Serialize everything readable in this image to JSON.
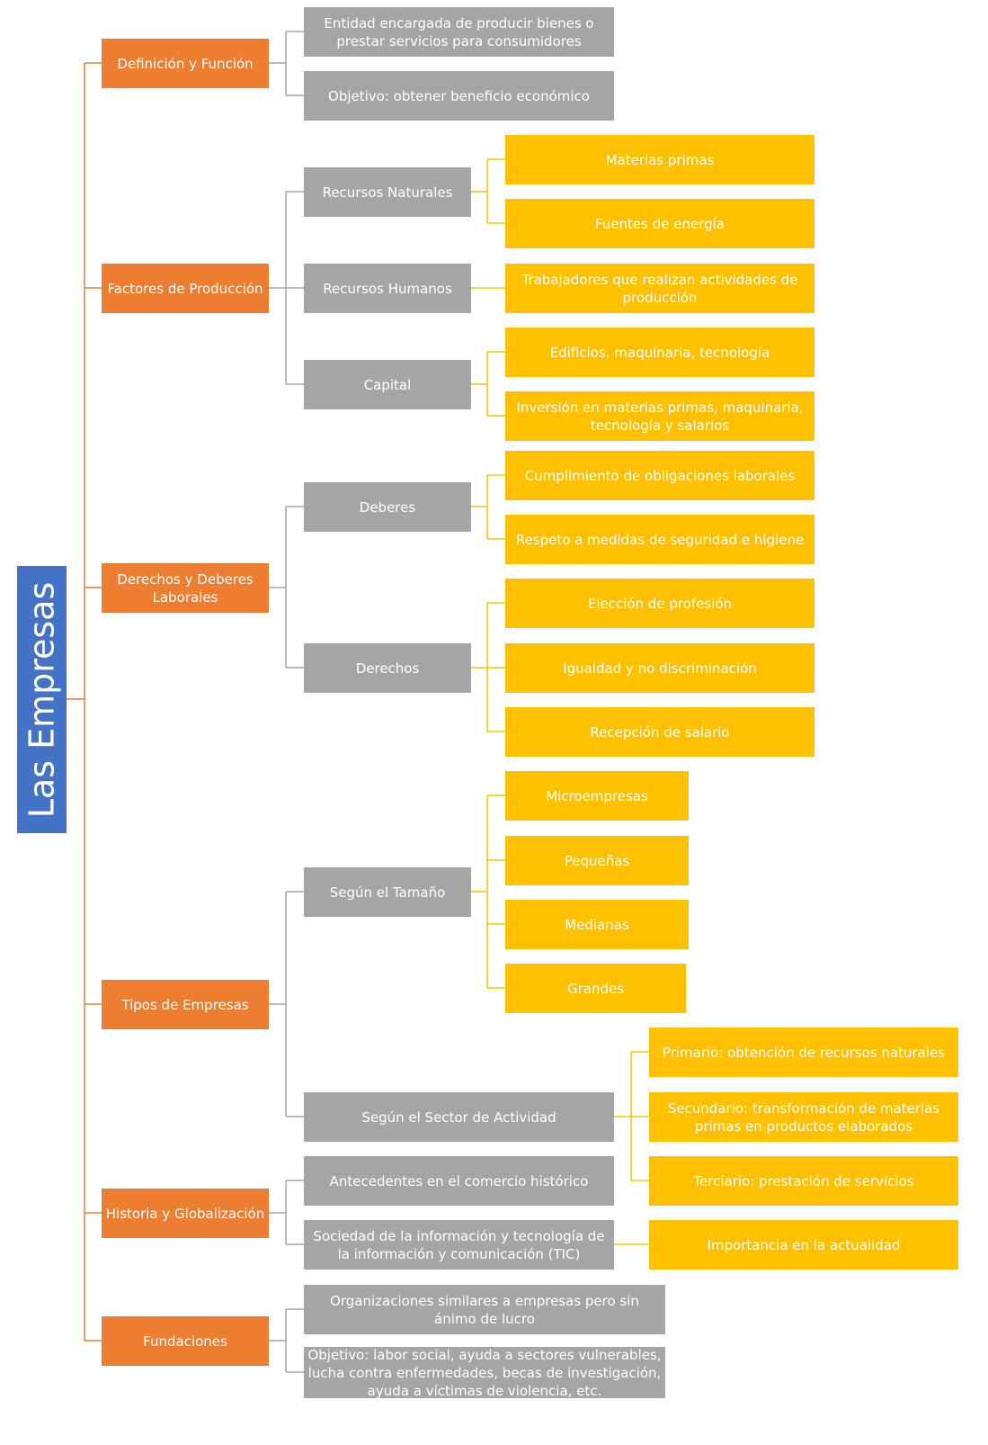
{
  "root": "Las Empresas",
  "sections": {
    "definicion": {
      "label": "Definición y Función",
      "items": [
        "Entidad encargada de producir bienes o prestar servicios para consumidores",
        "Objetivo: obtener beneficio económico"
      ]
    },
    "factores": {
      "label": "Factores de Producción",
      "naturales": {
        "label": "Recursos Naturales",
        "items": [
          "Materias primas",
          "Fuentes de energía"
        ]
      },
      "humanos": {
        "label": "Recursos Humanos",
        "items": [
          "Trabajadores que realizan actividades de producción"
        ]
      },
      "capital": {
        "label": "Capital",
        "items": [
          "Edificios, maquinaria, tecnología",
          "Inversión en materias primas, maquinaria, tecnología y salarios"
        ]
      }
    },
    "derechos": {
      "label": "Derechos y Deberes Laborales",
      "deberes": {
        "label": "Deberes",
        "items": [
          "Cumplimiento de obligaciones laborales",
          "Respeto a medidas de seguridad e higiene"
        ]
      },
      "derechos_list": {
        "label": "Derechos",
        "items": [
          "Elección de profesión",
          "Igualdad y no discriminación",
          "Recepción de salario"
        ]
      }
    },
    "tipos": {
      "label": "Tipos de Empresas",
      "tamano": {
        "label": "Según el Tamaño",
        "items": [
          "Microempresas",
          "Pequeñas",
          "Medianas",
          "Grandes"
        ]
      },
      "sector": {
        "label": "Según el Sector de Actividad",
        "items": [
          "Primario: obtención de recursos naturales",
          "Secundario: transformación de materias primas en productos elaborados",
          "Terciario: prestación de servicios"
        ]
      }
    },
    "historia": {
      "label": "Historia y Globalización",
      "antecedentes": "Antecedentes en el comercio histórico",
      "sociedad": {
        "label": "Sociedad de la información y tecnología de la información y comunicación (TIC)",
        "items": [
          "Importancia en la actualidad"
        ]
      }
    },
    "fundaciones": {
      "label": "Fundaciones",
      "items": [
        "Organizaciones similares a empresas pero sin ánimo de lucro",
        "Objetivo: labor social, ayuda a sectores vulnerables, lucha contra enfermedades, becas de investigación, ayuda a víctimas de violencia, etc."
      ]
    }
  },
  "colors": {
    "root": "#4472c4",
    "level1": "#ed7d31",
    "level2": "#a5a5a5",
    "level3": "#ffc000",
    "line_orange": "#ed7d31",
    "line_gray": "#a5a5a5",
    "line_yellow": "#ffc000"
  }
}
